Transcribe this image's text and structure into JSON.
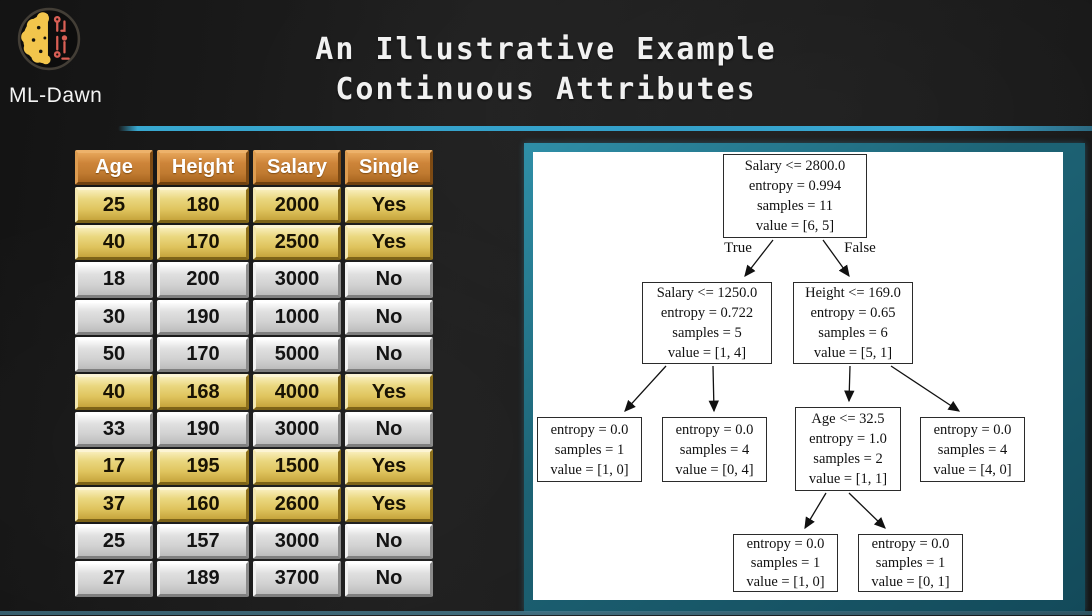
{
  "brand": {
    "name": "ML-Dawn",
    "logo_icon": "brain-circuit-icon"
  },
  "title": {
    "line1": "An Illustrative Example",
    "line2": "Continuous Attributes"
  },
  "colors": {
    "background": "#1b1b1b",
    "divider_accent": "#38a8d0",
    "panel_border_teal": "#1d6375",
    "header_orange": "#c8813a",
    "row_gold": "#e5ce72",
    "row_silver": "#d9d9d9",
    "logo_yellow": "#f2c54c",
    "logo_red": "#d95f55"
  },
  "table": {
    "headers": [
      "Age",
      "Height",
      "Salary",
      "Single"
    ],
    "rows": [
      {
        "age": "25",
        "height": "180",
        "salary": "2000",
        "single": "Yes"
      },
      {
        "age": "40",
        "height": "170",
        "salary": "2500",
        "single": "Yes"
      },
      {
        "age": "18",
        "height": "200",
        "salary": "3000",
        "single": "No"
      },
      {
        "age": "30",
        "height": "190",
        "salary": "1000",
        "single": "No"
      },
      {
        "age": "50",
        "height": "170",
        "salary": "5000",
        "single": "No"
      },
      {
        "age": "40",
        "height": "168",
        "salary": "4000",
        "single": "Yes"
      },
      {
        "age": "33",
        "height": "190",
        "salary": "3000",
        "single": "No"
      },
      {
        "age": "17",
        "height": "195",
        "salary": "1500",
        "single": "Yes"
      },
      {
        "age": "37",
        "height": "160",
        "salary": "2600",
        "single": "Yes"
      },
      {
        "age": "25",
        "height": "157",
        "salary": "3000",
        "single": "No"
      },
      {
        "age": "27",
        "height": "189",
        "salary": "3700",
        "single": "No"
      }
    ]
  },
  "tree": {
    "branch_labels": {
      "true": "True",
      "false": "False"
    },
    "nodes": {
      "root": {
        "lines": [
          "Salary <= 2800.0",
          "entropy = 0.994",
          "samples = 11",
          "value = [6, 5]"
        ]
      },
      "l2left": {
        "lines": [
          "Salary <= 1250.0",
          "entropy = 0.722",
          "samples = 5",
          "value = [1, 4]"
        ]
      },
      "l2right": {
        "lines": [
          "Height <= 169.0",
          "entropy = 0.65",
          "samples = 6",
          "value = [5, 1]"
        ]
      },
      "leaf1": {
        "lines": [
          "entropy = 0.0",
          "samples = 1",
          "value = [1, 0]"
        ]
      },
      "leaf2": {
        "lines": [
          "entropy = 0.0",
          "samples = 4",
          "value = [0, 4]"
        ]
      },
      "age": {
        "lines": [
          "Age <= 32.5",
          "entropy = 1.0",
          "samples = 2",
          "value = [1, 1]"
        ]
      },
      "leaf3": {
        "lines": [
          "entropy = 0.0",
          "samples = 4",
          "value = [4, 0]"
        ]
      },
      "leaf4": {
        "lines": [
          "entropy = 0.0",
          "samples = 1",
          "value = [1, 0]"
        ]
      },
      "leaf5": {
        "lines": [
          "entropy = 0.0",
          "samples = 1",
          "value = [0, 1]"
        ]
      }
    }
  }
}
